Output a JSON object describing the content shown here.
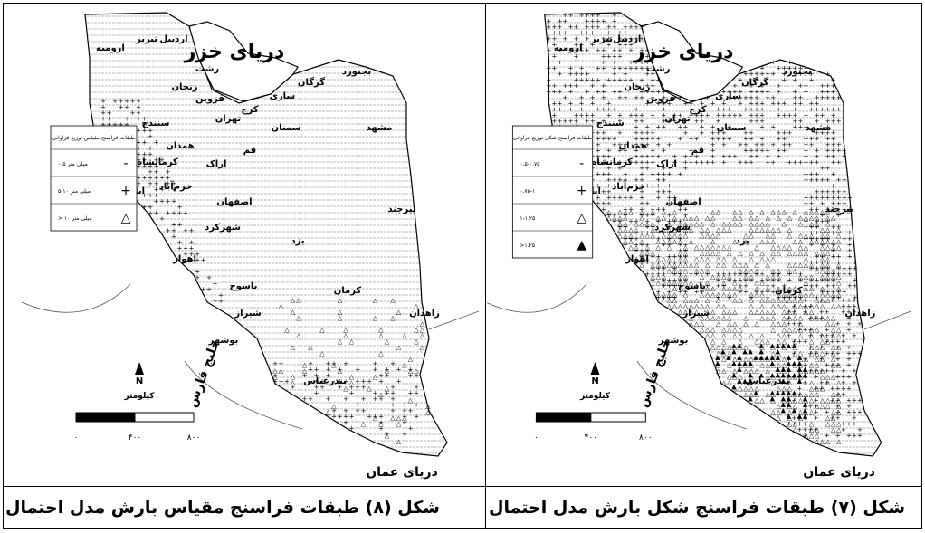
{
  "left": {
    "caption": "شکل (۸) طبقات فراسنج مقیاس بارش مدل احتمال",
    "legend": {
      "title": "طبقات فراسنج مقیاس توزیع فراوانی",
      "rows": [
        {
          "symbol": "-",
          "label": "۰-۵ میلی متر"
        },
        {
          "symbol": "+",
          "label": "۵-۱۰ میلی متر"
        },
        {
          "symbol": "△",
          "label": "> ۱۰ میلی متر"
        }
      ]
    },
    "scale": {
      "unit": "کیلومتر",
      "ticks": [
        "۰",
        "۴۰۰",
        "۸۰۰"
      ]
    }
  },
  "right": {
    "caption": "شکل (۷) طبقات فراسنج شکل بارش مدل احتمال",
    "legend": {
      "title": "طبقات فراسنج شکل توزیع فراوانی",
      "rows": [
        {
          "symbol": "-",
          "label": "۰.۵-۰.۷۵"
        },
        {
          "symbol": "+",
          "label": "۰.۷۵-۱"
        },
        {
          "symbol": "△",
          "label": "۱-۱.۲۵"
        },
        {
          "symbol": "▲",
          "label": ">۱.۲۵"
        }
      ]
    },
    "scale": {
      "unit": "کیلومتر",
      "ticks": [
        "۰",
        "۴۰۰",
        "۸۰۰"
      ]
    }
  },
  "labels": {
    "caspian": "دریای خزر",
    "gulf": "خلیج فارس",
    "oman": "دریای عمان",
    "north": "N"
  },
  "cities": [
    "ارومیه",
    "تبریز",
    "اردبیل",
    "رشت",
    "زنجان",
    "قزوین",
    "تهران",
    "کرج",
    "ساری",
    "گرگان",
    "سمنان",
    "بجنورد",
    "مشهد",
    "سنندج",
    "همدان",
    "کرمانشاه",
    "اراک",
    "قم",
    "ایلام",
    "خرم‌آباد",
    "اصفهان",
    "شهرکرد",
    "اهواز",
    "یزد",
    "بیرجند",
    "کرمان",
    "یاسوج",
    "شیراز",
    "بوشهر",
    "زاهدان",
    "بندرعباس"
  ]
}
